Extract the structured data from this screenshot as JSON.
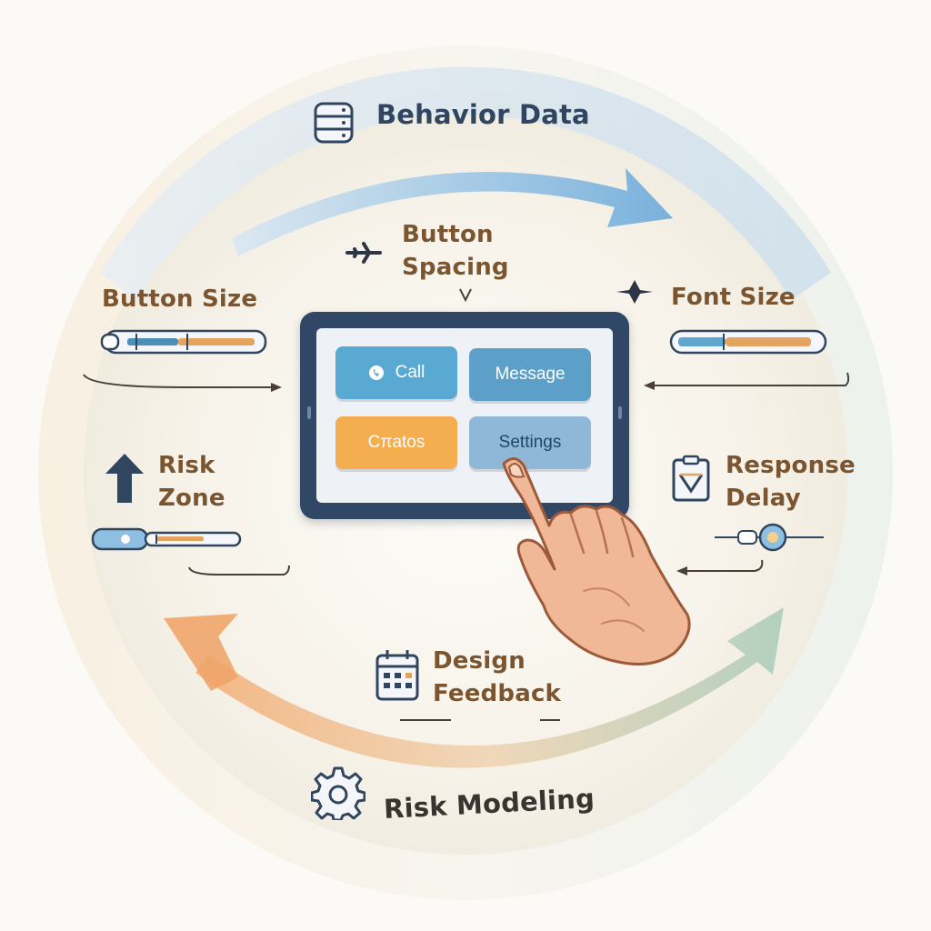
{
  "labels": {
    "behavior_data": "Behavior Data",
    "button_spacing_line1": "Button",
    "button_spacing_line2": "Spacing",
    "button_size": "Button Size",
    "font_size": "Font Size",
    "risk_zone_line1": "Risk",
    "risk_zone_line2": "Zone",
    "response_delay_line1": "Response",
    "response_delay_line2": "Delay",
    "design_feedback_line1": "Design",
    "design_feedback_line2": "Feedback",
    "risk_modeling": "Risk Modeling"
  },
  "tablet": {
    "buttons": {
      "call": "Call",
      "message": "Message",
      "photos": "Cπatos",
      "settings": "Settings"
    }
  },
  "icons": {
    "behavior_data": "database-icon",
    "button_spacing": "airplane-icon",
    "font_size": "sparkle-icon",
    "risk_zone": "arrow-up-icon",
    "response_delay": "clipboard-icon",
    "design_feedback": "calendar-icon",
    "risk_modeling": "gear-icon",
    "call": "phone-icon",
    "hand": "pointing-hand-icon"
  },
  "colors": {
    "label_brown": "#7a5530",
    "label_navy": "#30455f",
    "arc_blue": "#8fbfe0",
    "arc_orange": "#f2b27c",
    "arc_green": "#a9cbbd",
    "tablet_frame": "#314766",
    "button_blue": "#5aa9d3",
    "button_orange": "#f4ad4f"
  }
}
